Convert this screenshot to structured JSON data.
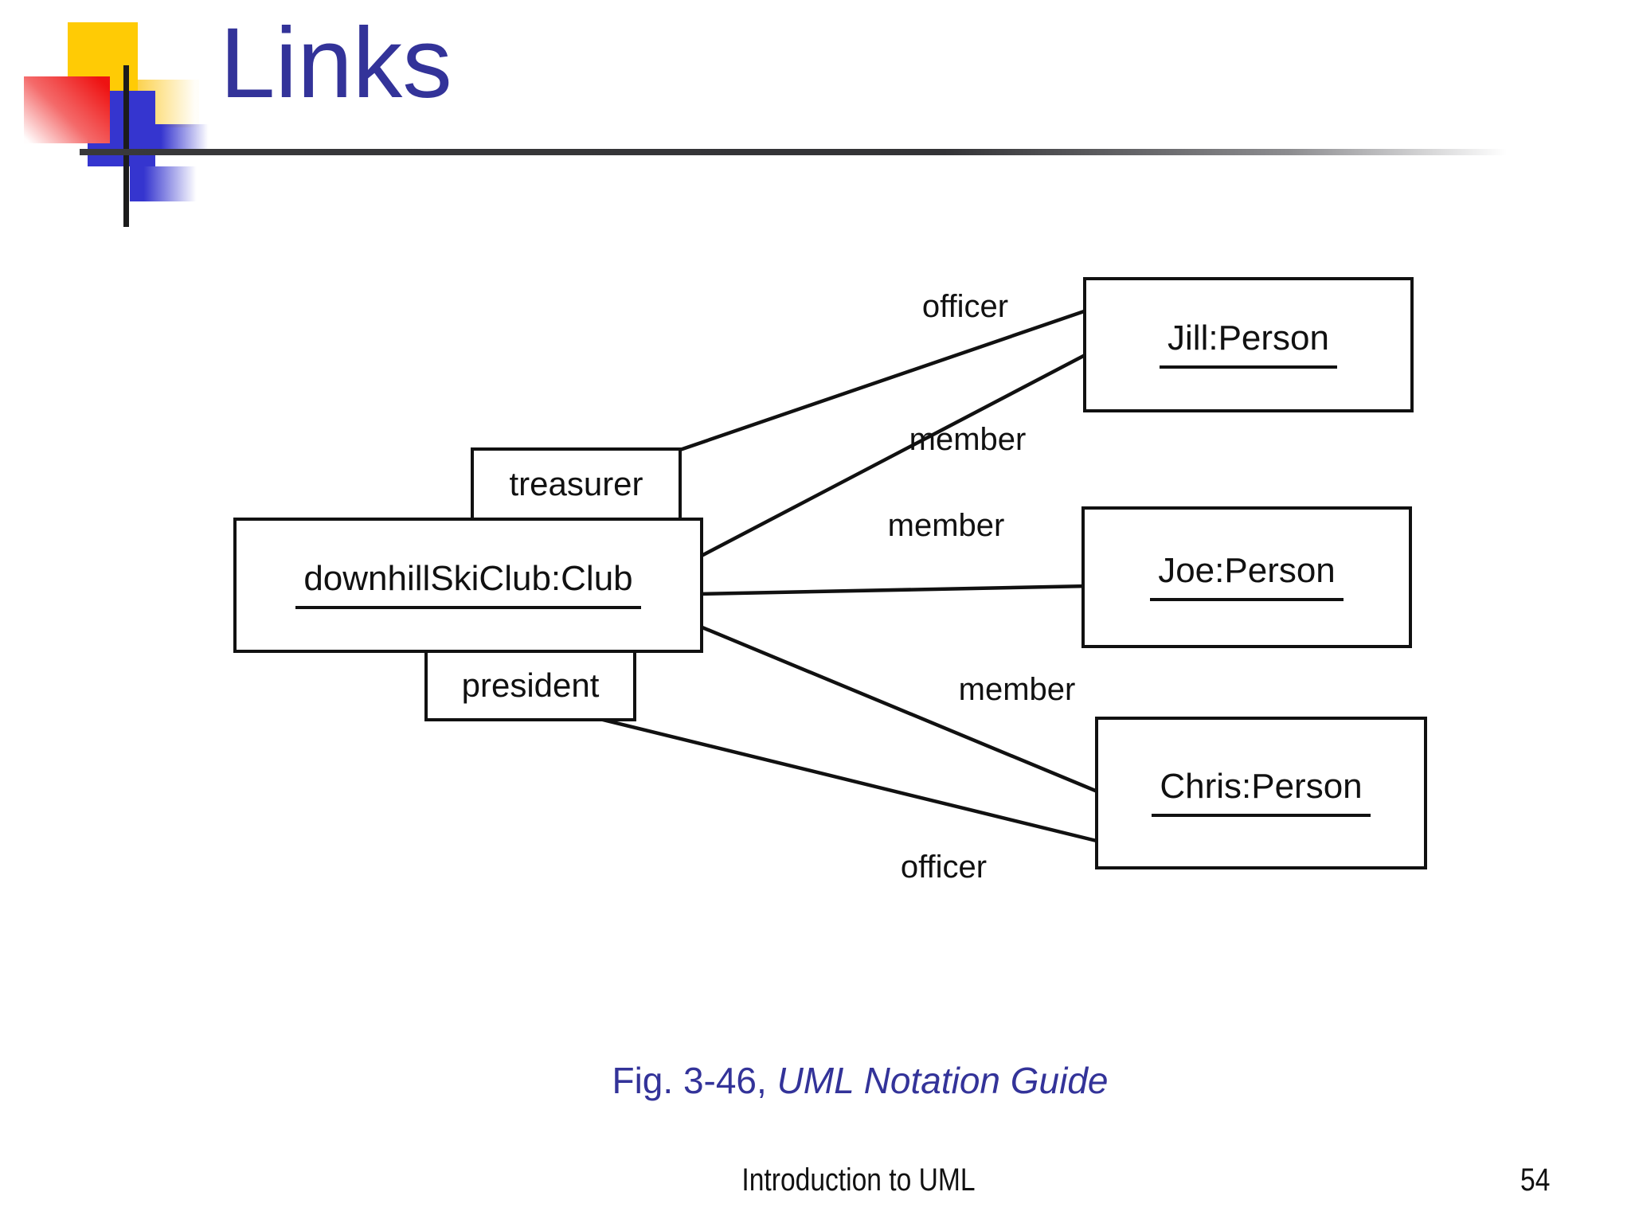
{
  "slide": {
    "title": "Links",
    "caption": {
      "prefix": "Fig. 3-46, ",
      "italic": "UML Notation Guide"
    },
    "footer": {
      "text": "Introduction to UML",
      "page_number": "54"
    }
  },
  "colors": {
    "title_blue": "#333399",
    "caption_blue": "#333399",
    "deco_yellow": "#ffcb05",
    "deco_pale_yellow": "#fccf42",
    "deco_red": "#ee1212",
    "deco_blue": "#3535cf",
    "line_black": "#111111"
  },
  "diagram": {
    "objects": [
      {
        "id": "club",
        "label": "downhillSkiClub:Club",
        "underlined": true
      },
      {
        "id": "jill",
        "label": "Jill:Person",
        "underlined": true
      },
      {
        "id": "joe",
        "label": "Joe:Person",
        "underlined": true
      },
      {
        "id": "chris",
        "label": "Chris:Person",
        "underlined": true
      }
    ],
    "qualifiers": [
      {
        "id": "treasurer",
        "label": "treasurer"
      },
      {
        "id": "president",
        "label": "president"
      }
    ],
    "links": [
      {
        "label": "officer",
        "from": "treasurer",
        "to": "jill"
      },
      {
        "label": "member",
        "from": "club",
        "to": "jill"
      },
      {
        "label": "member",
        "from": "club",
        "to": "joe"
      },
      {
        "label": "member",
        "from": "club",
        "to": "chris"
      },
      {
        "label": "officer",
        "from": "president",
        "to": "chris"
      }
    ]
  }
}
